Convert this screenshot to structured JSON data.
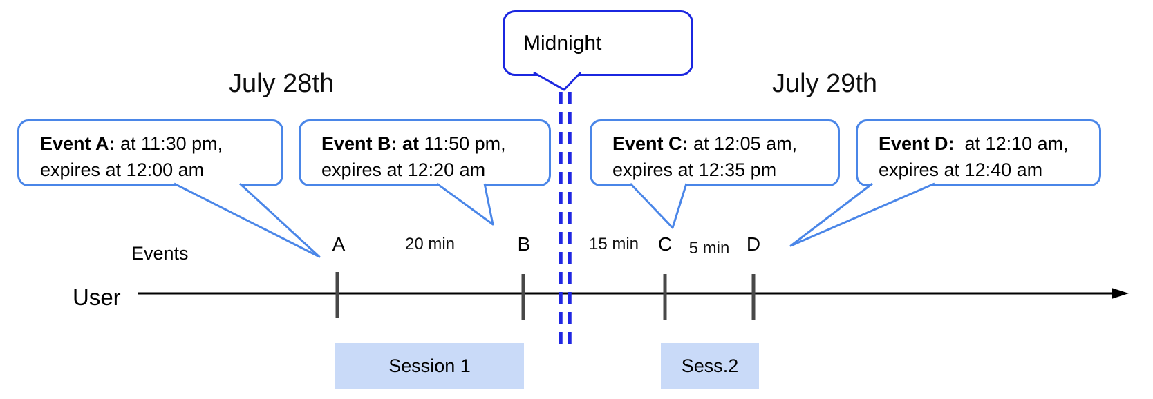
{
  "diagram": {
    "dates": {
      "left": "July 28th",
      "right": "July 29th"
    },
    "midnight": {
      "label": "Midnight"
    },
    "axis": {
      "events_label": "Events",
      "user_label": "User"
    },
    "callouts": [
      {
        "id": "A",
        "bold": "Event A:",
        "rest": " at 11:30 pm,",
        "line2": "expires at 12:00 am"
      },
      {
        "id": "B",
        "bold": "Event B: at",
        "rest": " 11:50 pm,",
        "line2": "expires at 12:20 am"
      },
      {
        "id": "C",
        "bold": "Event C:",
        "rest": " at 12:05 am,",
        "line2": "expires at 12:35 pm"
      },
      {
        "id": "D",
        "bold": "Event D:",
        "rest": "  at 12:10 am,",
        "line2": "expires at 12:40 am"
      }
    ],
    "timeline": {
      "ticks": [
        {
          "label": "A"
        },
        {
          "label": "B"
        },
        {
          "label": "C"
        },
        {
          "label": "D"
        }
      ],
      "intervals": [
        {
          "label": "20 min"
        },
        {
          "label": "15 min"
        },
        {
          "label": "5 min"
        }
      ]
    },
    "sessions": [
      {
        "label": "Session 1"
      },
      {
        "label": "Sess.2"
      }
    ],
    "colors": {
      "event_bubble_border": "#4a86e8",
      "midnight_border": "#1b27e0",
      "midnight_dash": "#2027e2",
      "session_fill": "#c9daf8",
      "tick": "#484848",
      "timeline": "#000000"
    }
  }
}
